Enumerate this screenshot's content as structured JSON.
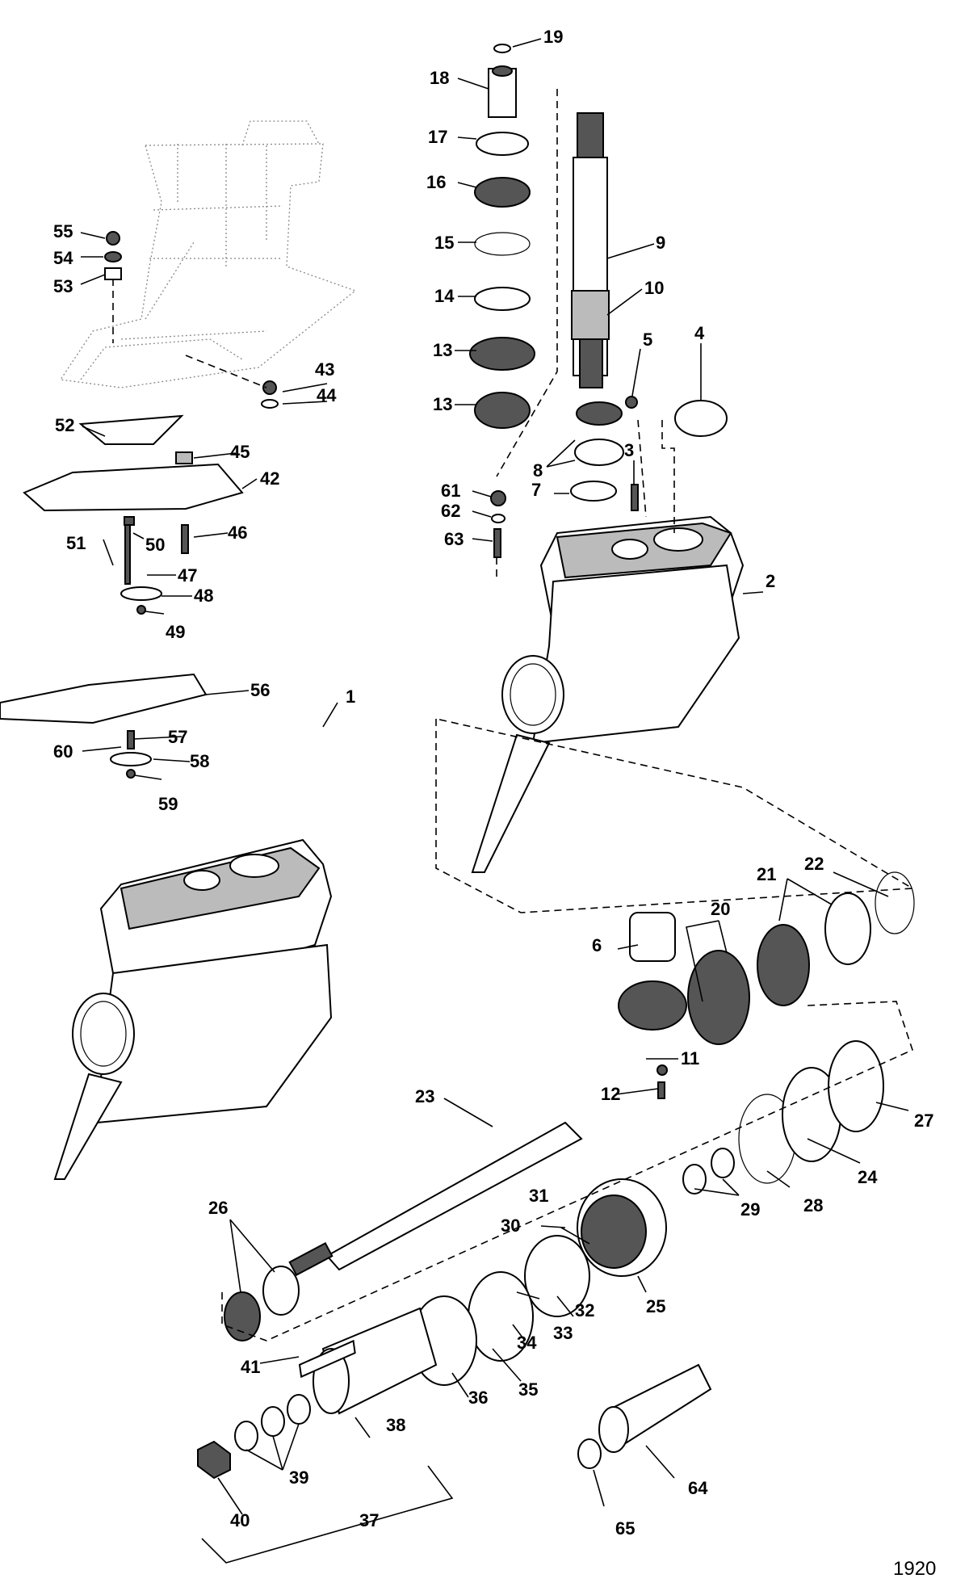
{
  "figure_number": "1920",
  "callouts": [
    {
      "id": "p1",
      "label": "1"
    },
    {
      "id": "p2",
      "label": "2"
    },
    {
      "id": "p3",
      "label": "3"
    },
    {
      "id": "p4",
      "label": "4"
    },
    {
      "id": "p5",
      "label": "5"
    },
    {
      "id": "p6",
      "label": "6"
    },
    {
      "id": "p7",
      "label": "7"
    },
    {
      "id": "p8",
      "label": "8"
    },
    {
      "id": "p9",
      "label": "9"
    },
    {
      "id": "p10",
      "label": "10"
    },
    {
      "id": "p11",
      "label": "11"
    },
    {
      "id": "p12",
      "label": "12"
    },
    {
      "id": "p13a",
      "label": "13"
    },
    {
      "id": "p13b",
      "label": "13"
    },
    {
      "id": "p14",
      "label": "14"
    },
    {
      "id": "p15",
      "label": "15"
    },
    {
      "id": "p16",
      "label": "16"
    },
    {
      "id": "p17",
      "label": "17"
    },
    {
      "id": "p18",
      "label": "18"
    },
    {
      "id": "p19",
      "label": "19"
    },
    {
      "id": "p20",
      "label": "20"
    },
    {
      "id": "p21",
      "label": "21"
    },
    {
      "id": "p22",
      "label": "22"
    },
    {
      "id": "p23",
      "label": "23"
    },
    {
      "id": "p24",
      "label": "24"
    },
    {
      "id": "p25",
      "label": "25"
    },
    {
      "id": "p26",
      "label": "26"
    },
    {
      "id": "p27",
      "label": "27"
    },
    {
      "id": "p28",
      "label": "28"
    },
    {
      "id": "p29",
      "label": "29"
    },
    {
      "id": "p30",
      "label": "30"
    },
    {
      "id": "p31",
      "label": "31"
    },
    {
      "id": "p32",
      "label": "32"
    },
    {
      "id": "p33",
      "label": "33"
    },
    {
      "id": "p34",
      "label": "34"
    },
    {
      "id": "p35",
      "label": "35"
    },
    {
      "id": "p36",
      "label": "36"
    },
    {
      "id": "p37",
      "label": "37"
    },
    {
      "id": "p38",
      "label": "38"
    },
    {
      "id": "p39",
      "label": "39"
    },
    {
      "id": "p40",
      "label": "40"
    },
    {
      "id": "p41",
      "label": "41"
    },
    {
      "id": "p42",
      "label": "42"
    },
    {
      "id": "p43",
      "label": "43"
    },
    {
      "id": "p44",
      "label": "44"
    },
    {
      "id": "p45",
      "label": "45"
    },
    {
      "id": "p46",
      "label": "46"
    },
    {
      "id": "p47",
      "label": "47"
    },
    {
      "id": "p48",
      "label": "48"
    },
    {
      "id": "p49",
      "label": "49"
    },
    {
      "id": "p50",
      "label": "50"
    },
    {
      "id": "p51",
      "label": "51"
    },
    {
      "id": "p52",
      "label": "52"
    },
    {
      "id": "p53",
      "label": "53"
    },
    {
      "id": "p54",
      "label": "54"
    },
    {
      "id": "p55",
      "label": "55"
    },
    {
      "id": "p56",
      "label": "56"
    },
    {
      "id": "p57",
      "label": "57"
    },
    {
      "id": "p58",
      "label": "58"
    },
    {
      "id": "p59",
      "label": "59"
    },
    {
      "id": "p60",
      "label": "60"
    },
    {
      "id": "p61",
      "label": "61"
    },
    {
      "id": "p62",
      "label": "62"
    },
    {
      "id": "p63",
      "label": "63"
    },
    {
      "id": "p64",
      "label": "64"
    },
    {
      "id": "p65",
      "label": "65"
    }
  ]
}
